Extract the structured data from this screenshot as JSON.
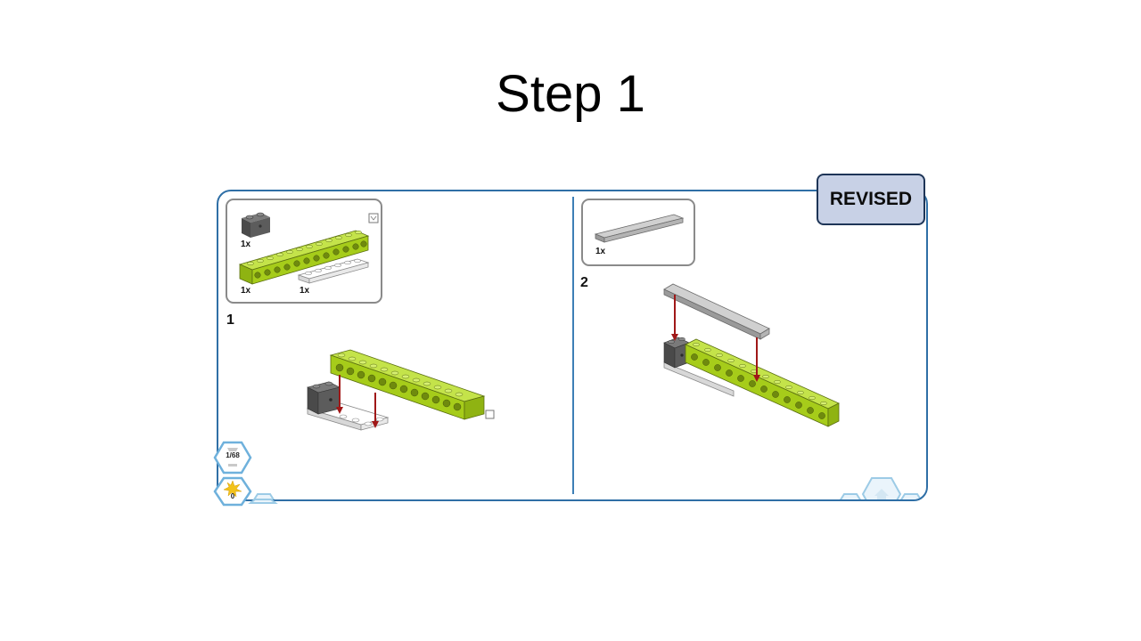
{
  "title": "Step 1",
  "badge": "REVISED",
  "steps": [
    {
      "number": "1",
      "parts": [
        {
          "name": "dark-gray-1x2-brick",
          "qty": "1x"
        },
        {
          "name": "lime-1x12-technic-beam",
          "qty": "1x"
        },
        {
          "name": "white-1x6-plate",
          "qty": "1x"
        }
      ]
    },
    {
      "number": "2",
      "parts": [
        {
          "name": "light-gray-1x8-tile",
          "qty": "1x"
        }
      ]
    }
  ],
  "nav": {
    "page_counter": "1/68",
    "score": "0"
  },
  "colors": {
    "frame": "#2f6fa6",
    "lime": "#a6cc1a",
    "dark_gray": "#5c5c5c",
    "arrow": "#a01818",
    "badge_bg": "#c8d1e6",
    "badge_border": "#1e3557"
  }
}
